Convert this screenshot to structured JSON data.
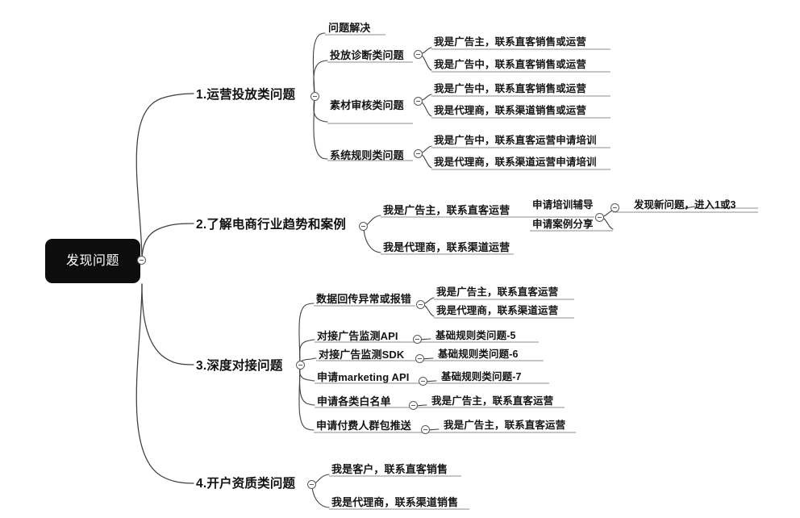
{
  "root": {
    "label": "发现问题"
  },
  "branches": [
    {
      "label": "1.运营投放类问题",
      "children": [
        {
          "label": "问题解决",
          "children": []
        },
        {
          "label": "投放诊断类问题",
          "children": [
            {
              "label": "我是广告主，联系直客销售或运营"
            },
            {
              "label": "我是广告中，联系直客销售或运营"
            }
          ]
        },
        {
          "label": "素材审核类问题",
          "children": [
            {
              "label": "我是广告中，联系直客销售或运营"
            },
            {
              "label": "我是代理商，联系渠道销售或运营"
            }
          ]
        },
        {
          "label": "系统规则类问题",
          "children": [
            {
              "label": "我是广告中，联系直客运营申请培训"
            },
            {
              "label": "我是代理商，联系渠道运营申请培训"
            }
          ]
        }
      ]
    },
    {
      "label": "2.了解电商行业趋势和案例",
      "children": [
        {
          "label": "我是广告主，联系直客运营",
          "children": [
            {
              "label": "申请培训辅导",
              "children": [
                {
                  "label": "发现新问题，进入1或3"
                }
              ]
            },
            {
              "label": "申请案例分享",
              "children": []
            }
          ]
        },
        {
          "label": "我是代理商，联系渠道运营",
          "children": []
        }
      ]
    },
    {
      "label": "3.深度对接问题",
      "children": [
        {
          "label": "数据回传异常或报错",
          "children": [
            {
              "label": "我是广告主，联系直客运营"
            },
            {
              "label": "我是代理商，联系渠道运营"
            }
          ]
        },
        {
          "label": "对接广告监测API",
          "children": [
            {
              "label": "基础规则类问题-5"
            }
          ]
        },
        {
          "label": "对接广告监测SDK",
          "children": [
            {
              "label": "基础规则类问题-6"
            }
          ]
        },
        {
          "label": "申请marketing API",
          "children": [
            {
              "label": "基础规则类问题-7"
            }
          ]
        },
        {
          "label": "申请各类白名单",
          "children": [
            {
              "label": "我是广告主，联系直客运营"
            }
          ]
        },
        {
          "label": "申请付费人群包推送",
          "children": [
            {
              "label": "我是广告主，联系直客运营"
            }
          ]
        }
      ]
    },
    {
      "label": "4.开户资质类问题",
      "children": [
        {
          "label": "我是客户，联系直客销售",
          "children": []
        },
        {
          "label": "我是代理商，联系渠道销售",
          "children": []
        }
      ]
    }
  ],
  "colors": {
    "root_background": "#0d0d0d",
    "root_text": "#ffffff",
    "edge": "#4a4a4a",
    "underline": "#8c8c8c",
    "canvas": "#ffffff"
  }
}
